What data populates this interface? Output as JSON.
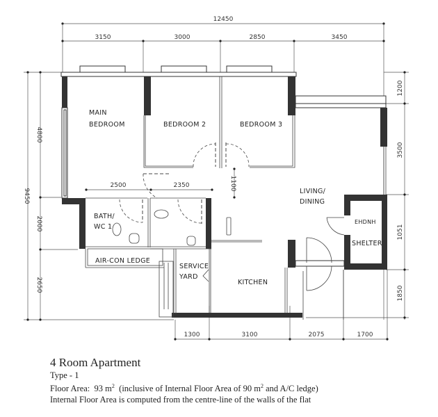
{
  "dimensions": {
    "top_total": "12450",
    "top": [
      "3150",
      "3000",
      "2850",
      "3450"
    ],
    "left_total": "9450",
    "left": [
      "4800",
      "2000",
      "2650"
    ],
    "right": [
      "1200",
      "3500",
      "1051",
      "1850"
    ],
    "bottom": [
      "1300",
      "3100",
      "2075",
      "1700"
    ],
    "bath_row": [
      "2500",
      "2350"
    ],
    "corridor": "1100"
  },
  "rooms": {
    "main_bedroom": [
      "MAIN",
      "BEDROOM"
    ],
    "bedroom_2": "BEDROOM 2",
    "bedroom_3": "BEDROOM 3",
    "living_dining": [
      "LIVING/",
      "DINING"
    ],
    "bath_wc1": [
      "BATH/",
      "WC 1"
    ],
    "aircon_ledge": "AIR-CON LEDGE",
    "service_yard": [
      "SERVICE",
      "YARD"
    ],
    "kitchen": "KITCHEN",
    "shelter": [
      "EHDNH",
      "SHELTER"
    ]
  },
  "caption": {
    "title": "4 Room  Apartment",
    "type": "Type - 1",
    "floor_area_label": "Floor Area:",
    "floor_area_value": "93 m",
    "floor_area_sup": "2",
    "floor_area_note_pre": "(inclusive of Internal Floor Area of  90 m",
    "floor_area_note_sup": "2",
    "floor_area_note_post": " and A/C ledge)",
    "note": "Internal Floor Area is computed from the centre-line of the walls of the flat"
  }
}
